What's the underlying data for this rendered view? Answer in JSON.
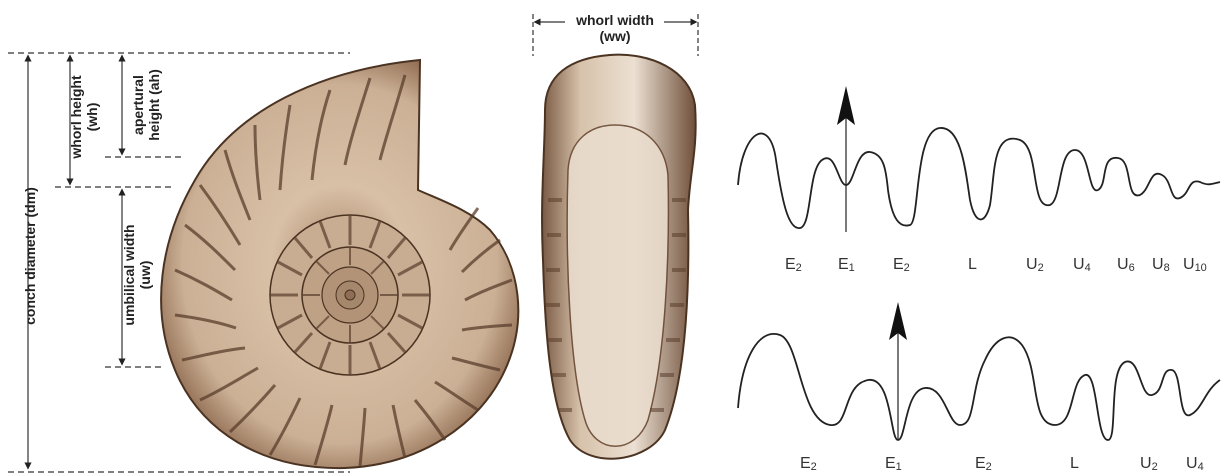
{
  "measurements": {
    "conch_diameter": "conch diameter (dm)",
    "whorl_height_line1": "whorl height",
    "whorl_height_line2": "(wh)",
    "apertural_height_line1": "apertural",
    "apertural_height_line2": "height (ah)",
    "umbilical_width_line1": "umbilical width",
    "umbilical_width_line2": "(uw)",
    "whorl_width_line1": "whorl width",
    "whorl_width_line2": "(ww)"
  },
  "suture_top": {
    "labels": [
      {
        "base": "E",
        "sub": "2"
      },
      {
        "base": "E",
        "sub": "1"
      },
      {
        "base": "E",
        "sub": "2"
      },
      {
        "base": "L",
        "sub": ""
      },
      {
        "base": "U",
        "sub": "2"
      },
      {
        "base": "U",
        "sub": "4"
      },
      {
        "base": "U",
        "sub": "6"
      },
      {
        "base": "U",
        "sub": "8"
      },
      {
        "base": "U",
        "sub": "10"
      }
    ]
  },
  "suture_bottom": {
    "labels": [
      {
        "base": "E",
        "sub": "2"
      },
      {
        "base": "E",
        "sub": "1"
      },
      {
        "base": "E",
        "sub": "2"
      },
      {
        "base": "L",
        "sub": ""
      },
      {
        "base": "U",
        "sub": "2"
      },
      {
        "base": "U",
        "sub": "4"
      }
    ]
  },
  "colors": {
    "shell_light": "#e6d3bd",
    "shell_mid": "#b9957a",
    "shell_dark": "#6b4a34",
    "line": "#2a2a2a"
  }
}
